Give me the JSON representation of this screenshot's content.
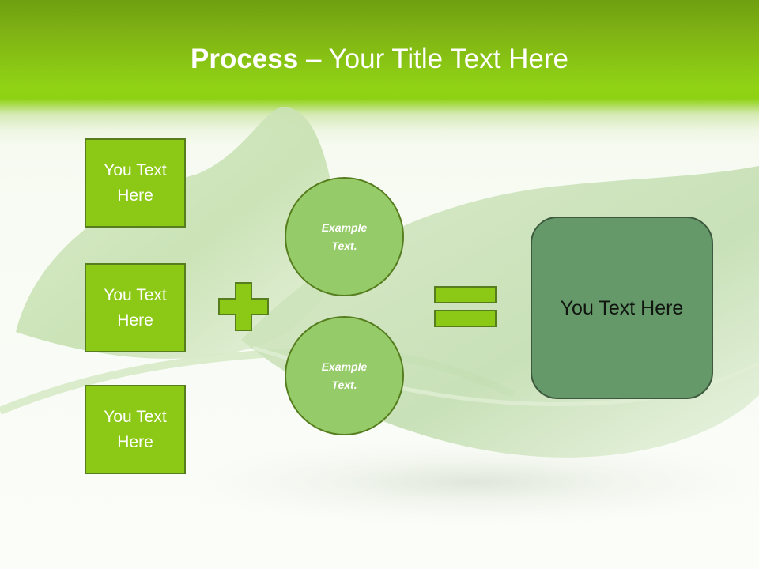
{
  "slide": {
    "title_bold": "Process",
    "title_rest": " – Your Title Text Here"
  },
  "left_boxes": [
    {
      "label": "You Text Here"
    },
    {
      "label": "You Text Here"
    },
    {
      "label": "You Text Here"
    }
  ],
  "circles": [
    {
      "label": "Example Text."
    },
    {
      "label": "Example Text."
    }
  ],
  "result": {
    "label": "You Text Here"
  },
  "icons": {
    "plus": "plus-icon",
    "equals": "equals-icon"
  },
  "colors": {
    "header": "#8fd214",
    "box_fill": "#8cc816",
    "circle_fill": "#96cb69",
    "result_fill": "#66996a",
    "stroke": "#567d1e"
  }
}
